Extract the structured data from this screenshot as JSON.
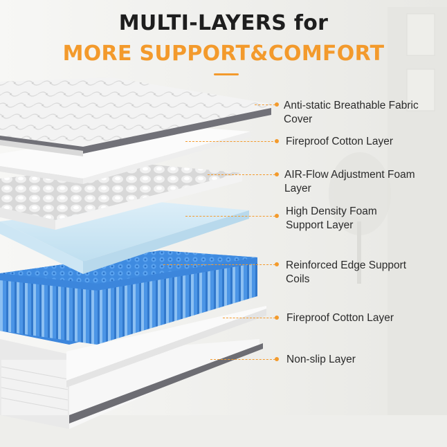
{
  "title": {
    "line1": "MULTI-LAYERS for",
    "line2": "MORE SUPPORT&COMFORT"
  },
  "accent_color": "#f39a2c",
  "layers": [
    {
      "line1": "Anti-static Breathable Fabric",
      "line2": "Cover"
    },
    {
      "line1": "Fireproof Cotton Layer",
      "line2": ""
    },
    {
      "line1": "AIR-Flow Adjustment Foam",
      "line2": "Layer"
    },
    {
      "line1": "High Density Foam",
      "line2": "Support Layer"
    },
    {
      "line1": "Reinforced Edge Support",
      "line2": "Coils"
    },
    {
      "line1": "Fireproof Cotton Layer",
      "line2": ""
    },
    {
      "line1": "Non-slip Layer",
      "line2": ""
    }
  ]
}
